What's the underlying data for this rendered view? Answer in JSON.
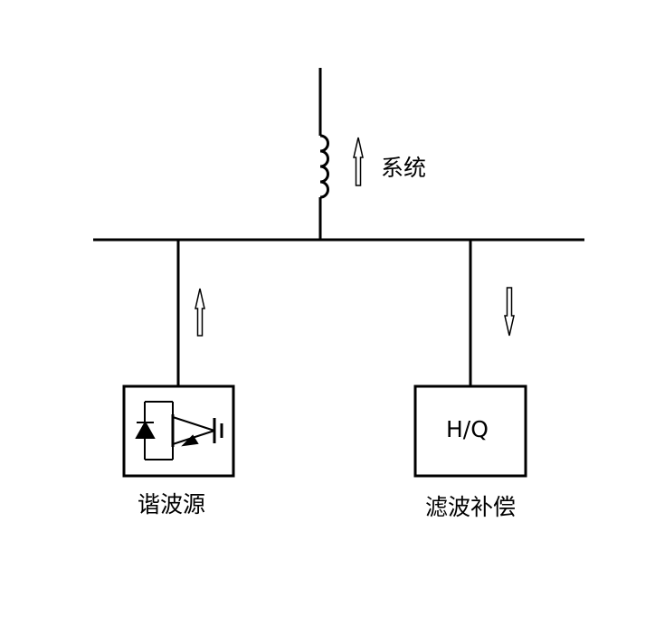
{
  "labels": {
    "system": "系统",
    "harmonic_source": "谐波源",
    "filter_compensation": "滤波补偿",
    "filter_box": "H/Q"
  }
}
